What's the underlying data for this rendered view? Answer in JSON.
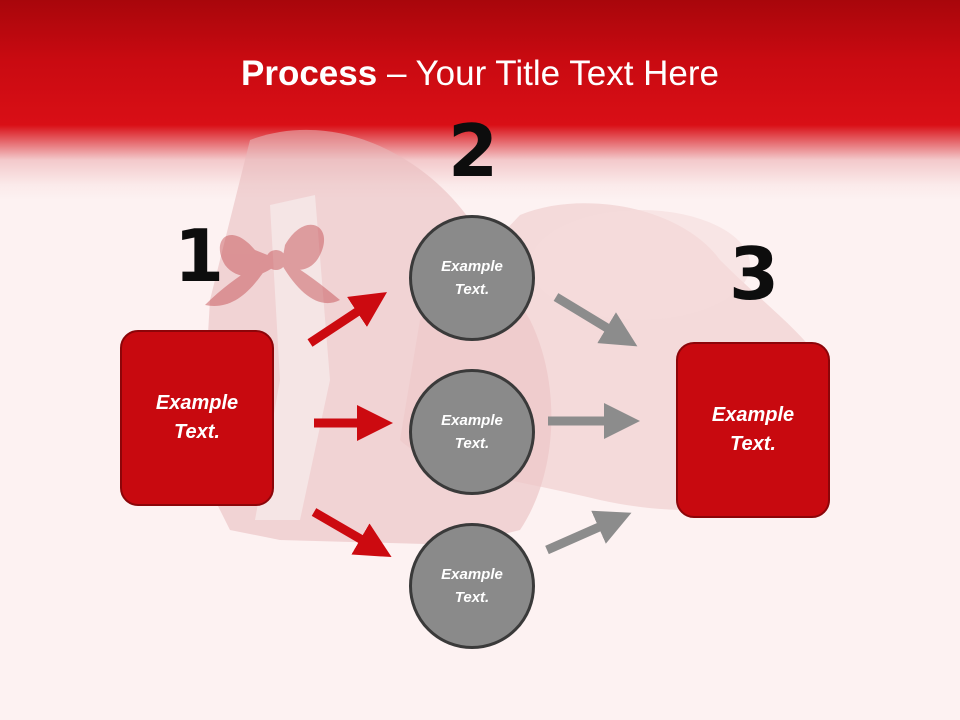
{
  "title": {
    "bold": "Process",
    "rest": " – Your Title Text Here"
  },
  "steps": [
    {
      "number": "1",
      "box_text": "Example Text."
    },
    {
      "number": "2"
    },
    {
      "number": "3",
      "box_text": "Example Text."
    }
  ],
  "circles": [
    {
      "text": "Example Text."
    },
    {
      "text": "Example Text."
    },
    {
      "text": "Example Text."
    }
  ],
  "colors": {
    "header_red": "#d90f16",
    "box_red": "#c8090f",
    "arrow_red": "#cc0a10",
    "circle_gray": "#8a8a8a",
    "arrow_gray": "#8c8c8c",
    "background": "#fdf2f2"
  }
}
